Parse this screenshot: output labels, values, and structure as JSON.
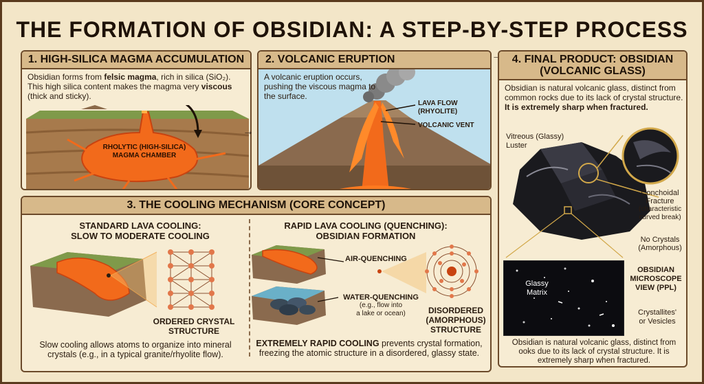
{
  "title": "THE FORMATION OF OBSIDIAN: A STEP-BY-STEP PROCESS",
  "step1": {
    "heading": "1. HIGH-SILICA MAGMA ACCUMULATION",
    "text_a": "Obsidian forms from ",
    "text_b": "felsic magma",
    "text_c": ", rich in silica (SiO₂). This high silica content makes the magma very ",
    "text_d": "viscous",
    "text_e": " (thick and sticky).",
    "chamber_label_1": "RHOLYTIC (HIGH-SILICA)",
    "chamber_label_2": "MAGMA CHAMBER"
  },
  "step2": {
    "heading": "2. VOLCANIC ERUPTION",
    "text": "A volcanic eruption occurs, pushing the viscous magma to the surface.",
    "lava_flow_1": "LAVA FLOW",
    "lava_flow_2": "(RHYOLITE)",
    "vent": "VOLCANIC VENT"
  },
  "step3": {
    "heading": "3. THE COOLING MECHANISM (CORE CONCEPT)",
    "standard_title_1": "STANDARD LAVA COOLING:",
    "standard_title_2": "SLOW TO MODERATE COOLING",
    "ordered_1": "ORDERED CRYSTAL",
    "ordered_2": "STRUCTURE",
    "standard_text": "Slow cooling allows atoms to organize into mineral crystals (e.g., in a typical granite/rhyolite flow).",
    "rapid_title_1": "RAPID LAVA COOLING (QUENCHING):",
    "rapid_title_2": "OBSIDIAN FORMATION",
    "air": "AIR-QUENCHING",
    "water": "WATER-QUENCHING",
    "water_sub_1": "(e.g., flow into",
    "water_sub_2": "a lake or ocean)",
    "disordered_1": "DISORDERED",
    "disordered_2": "(AMORPHOUS)",
    "disordered_3": "STRUCTURE",
    "rapid_bold": "EXTREMELY RAPID COOLING",
    "rapid_text": " prevents crystal formation, freezing the atomic structure in a disordered, glassy state."
  },
  "step4": {
    "heading_1": "4. FINAL PRODUCT: OBSIDIAN",
    "heading_2": "(VOLCANIC GLASS)",
    "text_a": "Obsidian is natural volcanic glass, distinct from common rocks due to its lack of crystal structure. ",
    "text_b": "It is extremely sharp when fractured.",
    "vitreous_1": "Vitreous (Glassy)",
    "vitreous_2": "Luster",
    "conchoidal_1": "Conchoidal",
    "conchoidal_2": "Fracture",
    "conchoidal_3": "(characteristic",
    "conchoidal_4": "curved break)",
    "nocrystals_1": "No Crystals",
    "nocrystals_2": "(Amorphous)",
    "glassy_1": "Glassy",
    "glassy_2": "Matrix",
    "micro_1": "OBSIDIAN",
    "micro_2": "MICROSCOPE",
    "micro_3": "VIEW (PPL)",
    "crystallites_1": "Crystallites'",
    "crystallites_2": "or Vesicles",
    "bottom_text": "Obsidian is natural volcanic glass, distinct from ooks due to its lack of crystal structure. It is extremely sharp when fractured."
  },
  "colors": {
    "lava": "#f26a1b",
    "lava_light": "#ffb347",
    "panel_head": "#d7b98a",
    "border": "#6b4a2a",
    "rock": "#1a1a1e"
  }
}
